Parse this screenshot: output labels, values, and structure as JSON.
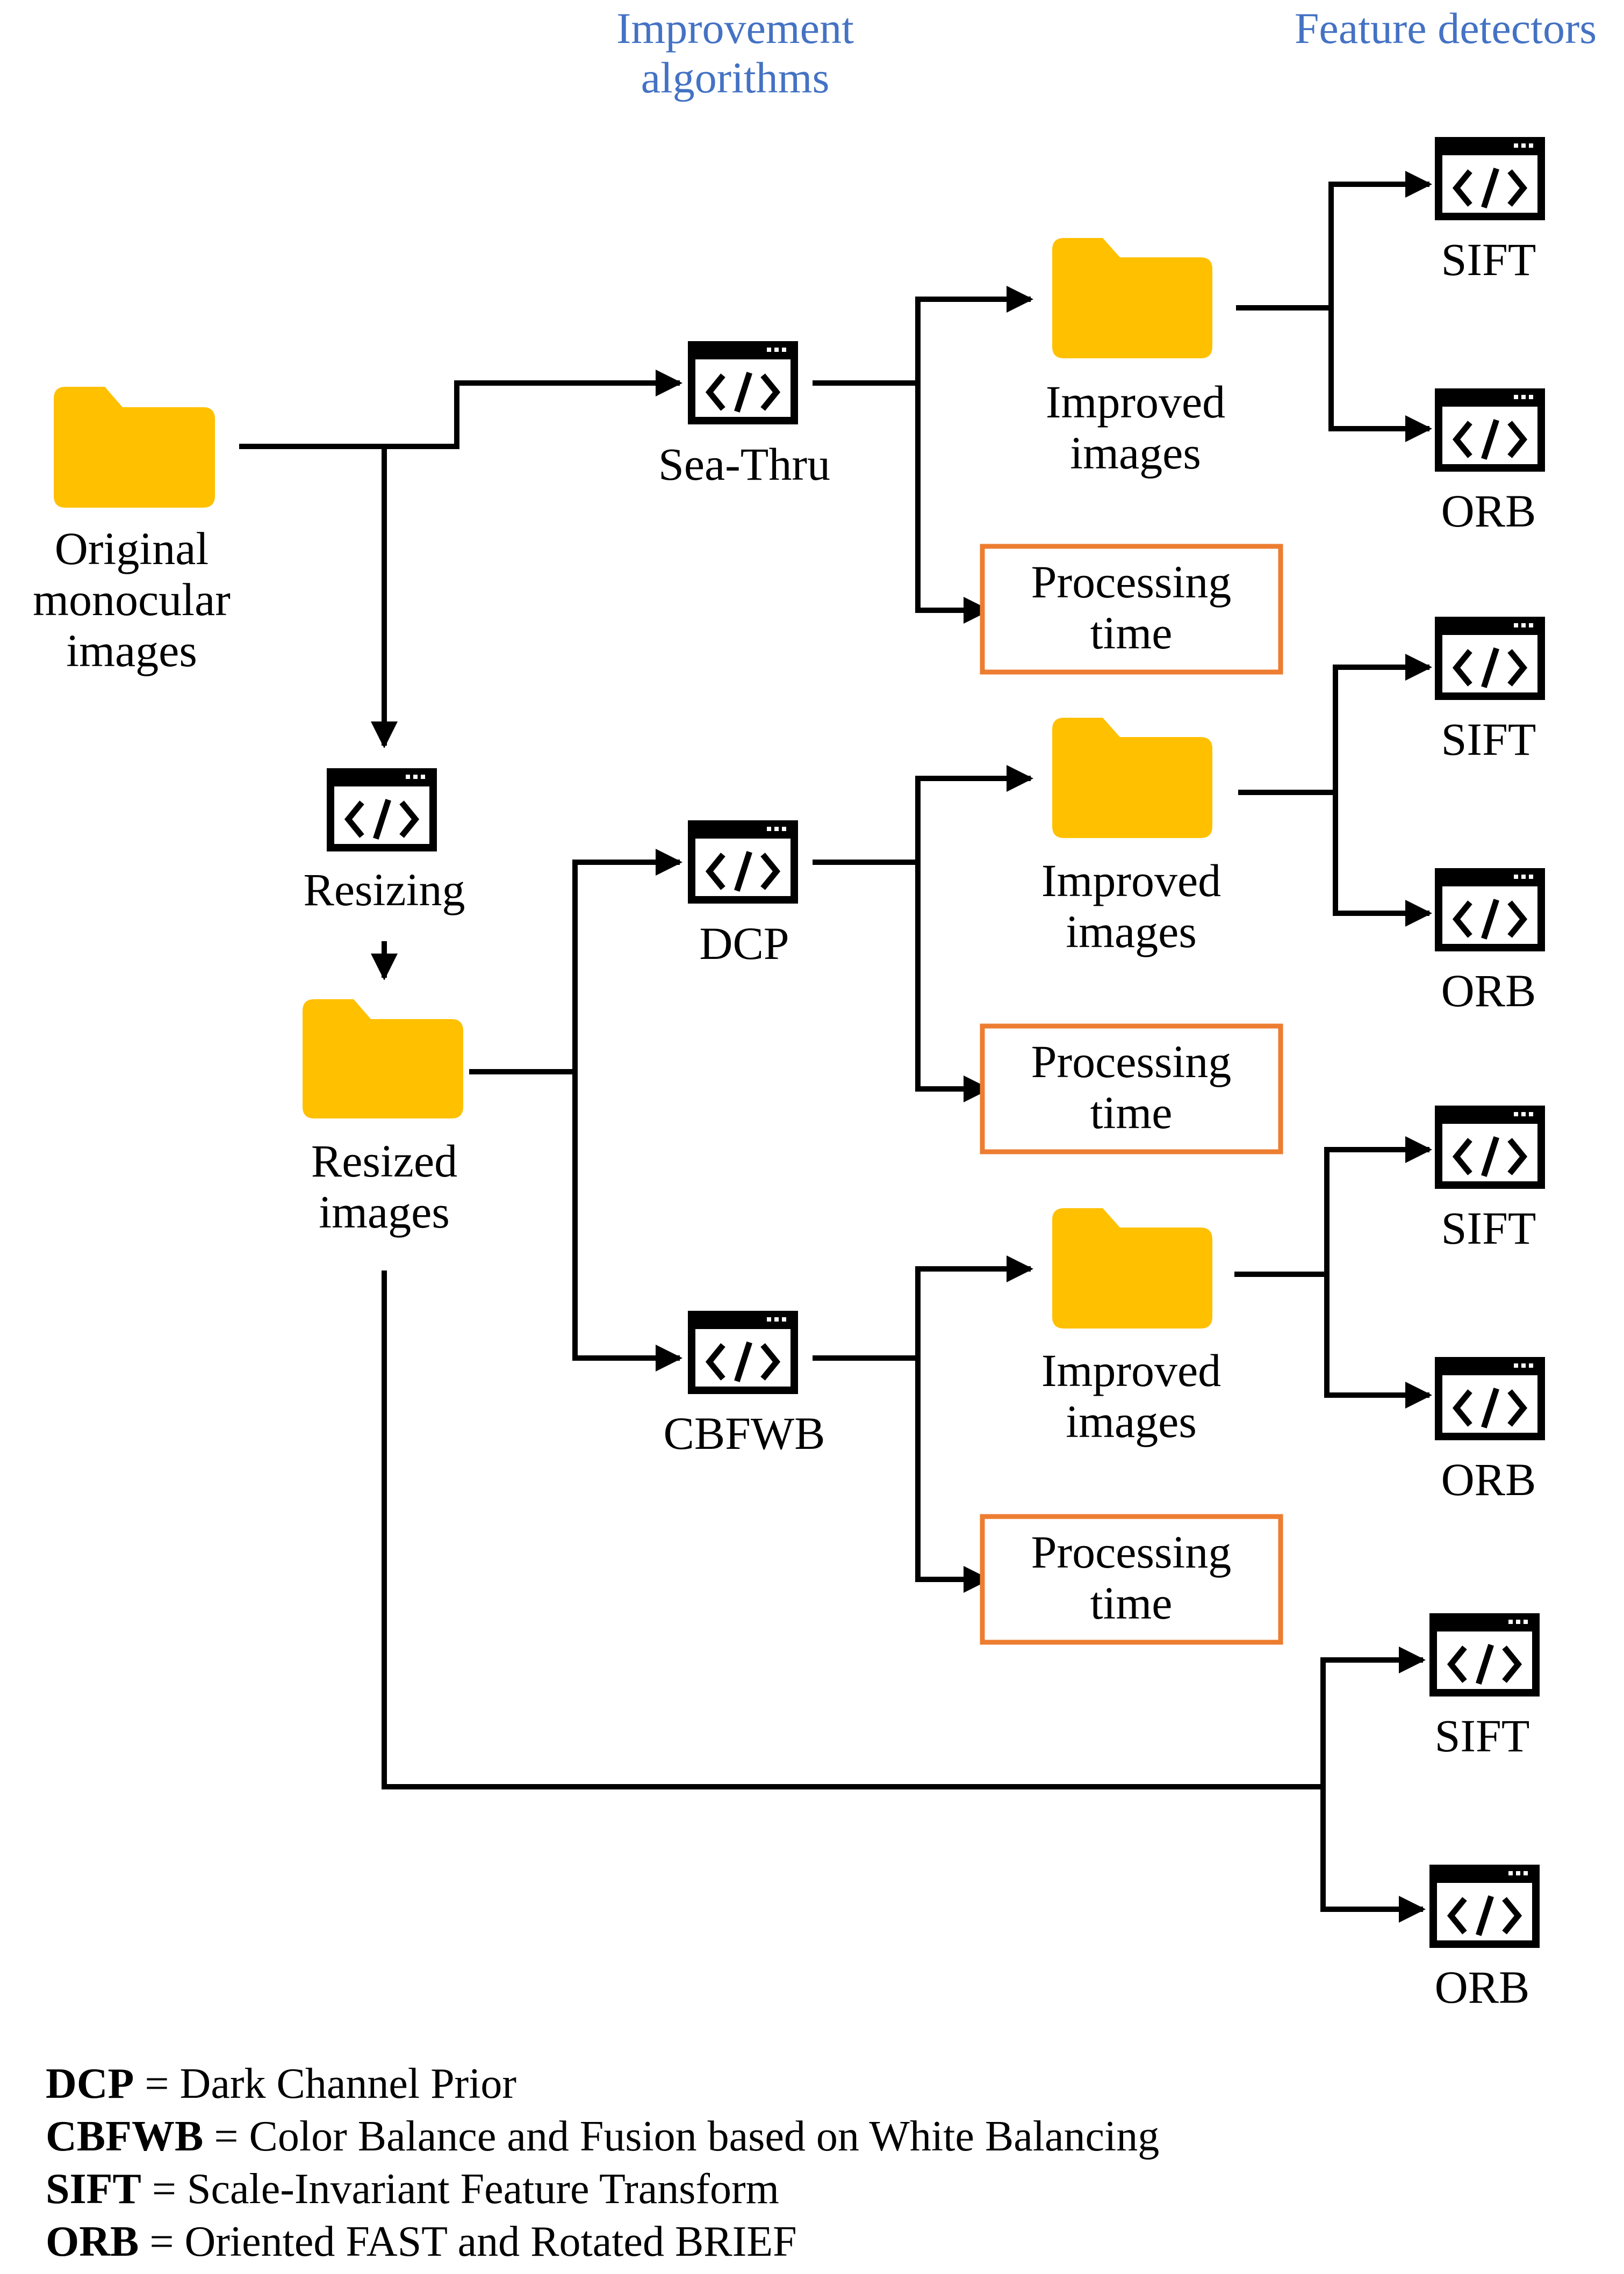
{
  "headers": {
    "improvement_algorithms": [
      "Improvement",
      "algorithms"
    ],
    "feature_detectors": "Feature detectors"
  },
  "nodes": {
    "original": [
      "Original",
      "monocular",
      "images"
    ],
    "resizing": "Resizing",
    "resized": [
      "Resized",
      "images"
    ],
    "sea_thru": "Sea-Thru",
    "dcp": "DCP",
    "cbfwb": "CBFWB",
    "improved": [
      "Improved",
      "images"
    ],
    "processing_time": [
      "Processing",
      "time"
    ],
    "sift": "SIFT",
    "orb": "ORB"
  },
  "legend": [
    {
      "abbr": "DCP",
      "def": " = Dark Channel Prior"
    },
    {
      "abbr": "CBFWB",
      "def": " = Color Balance and Fusion based on White Balancing"
    },
    {
      "abbr": "SIFT",
      "def": " = Scale-Invariant Feature Transform"
    },
    {
      "abbr": "ORB",
      "def": " = Oriented FAST and Rotated BRIEF"
    }
  ],
  "colors": {
    "folder": "#FFC000",
    "processing_border": "#ED7D31",
    "header": "#4472C4",
    "line": "#000000"
  },
  "icons": {
    "folder": "folder-icon",
    "program": "code-window-icon"
  }
}
